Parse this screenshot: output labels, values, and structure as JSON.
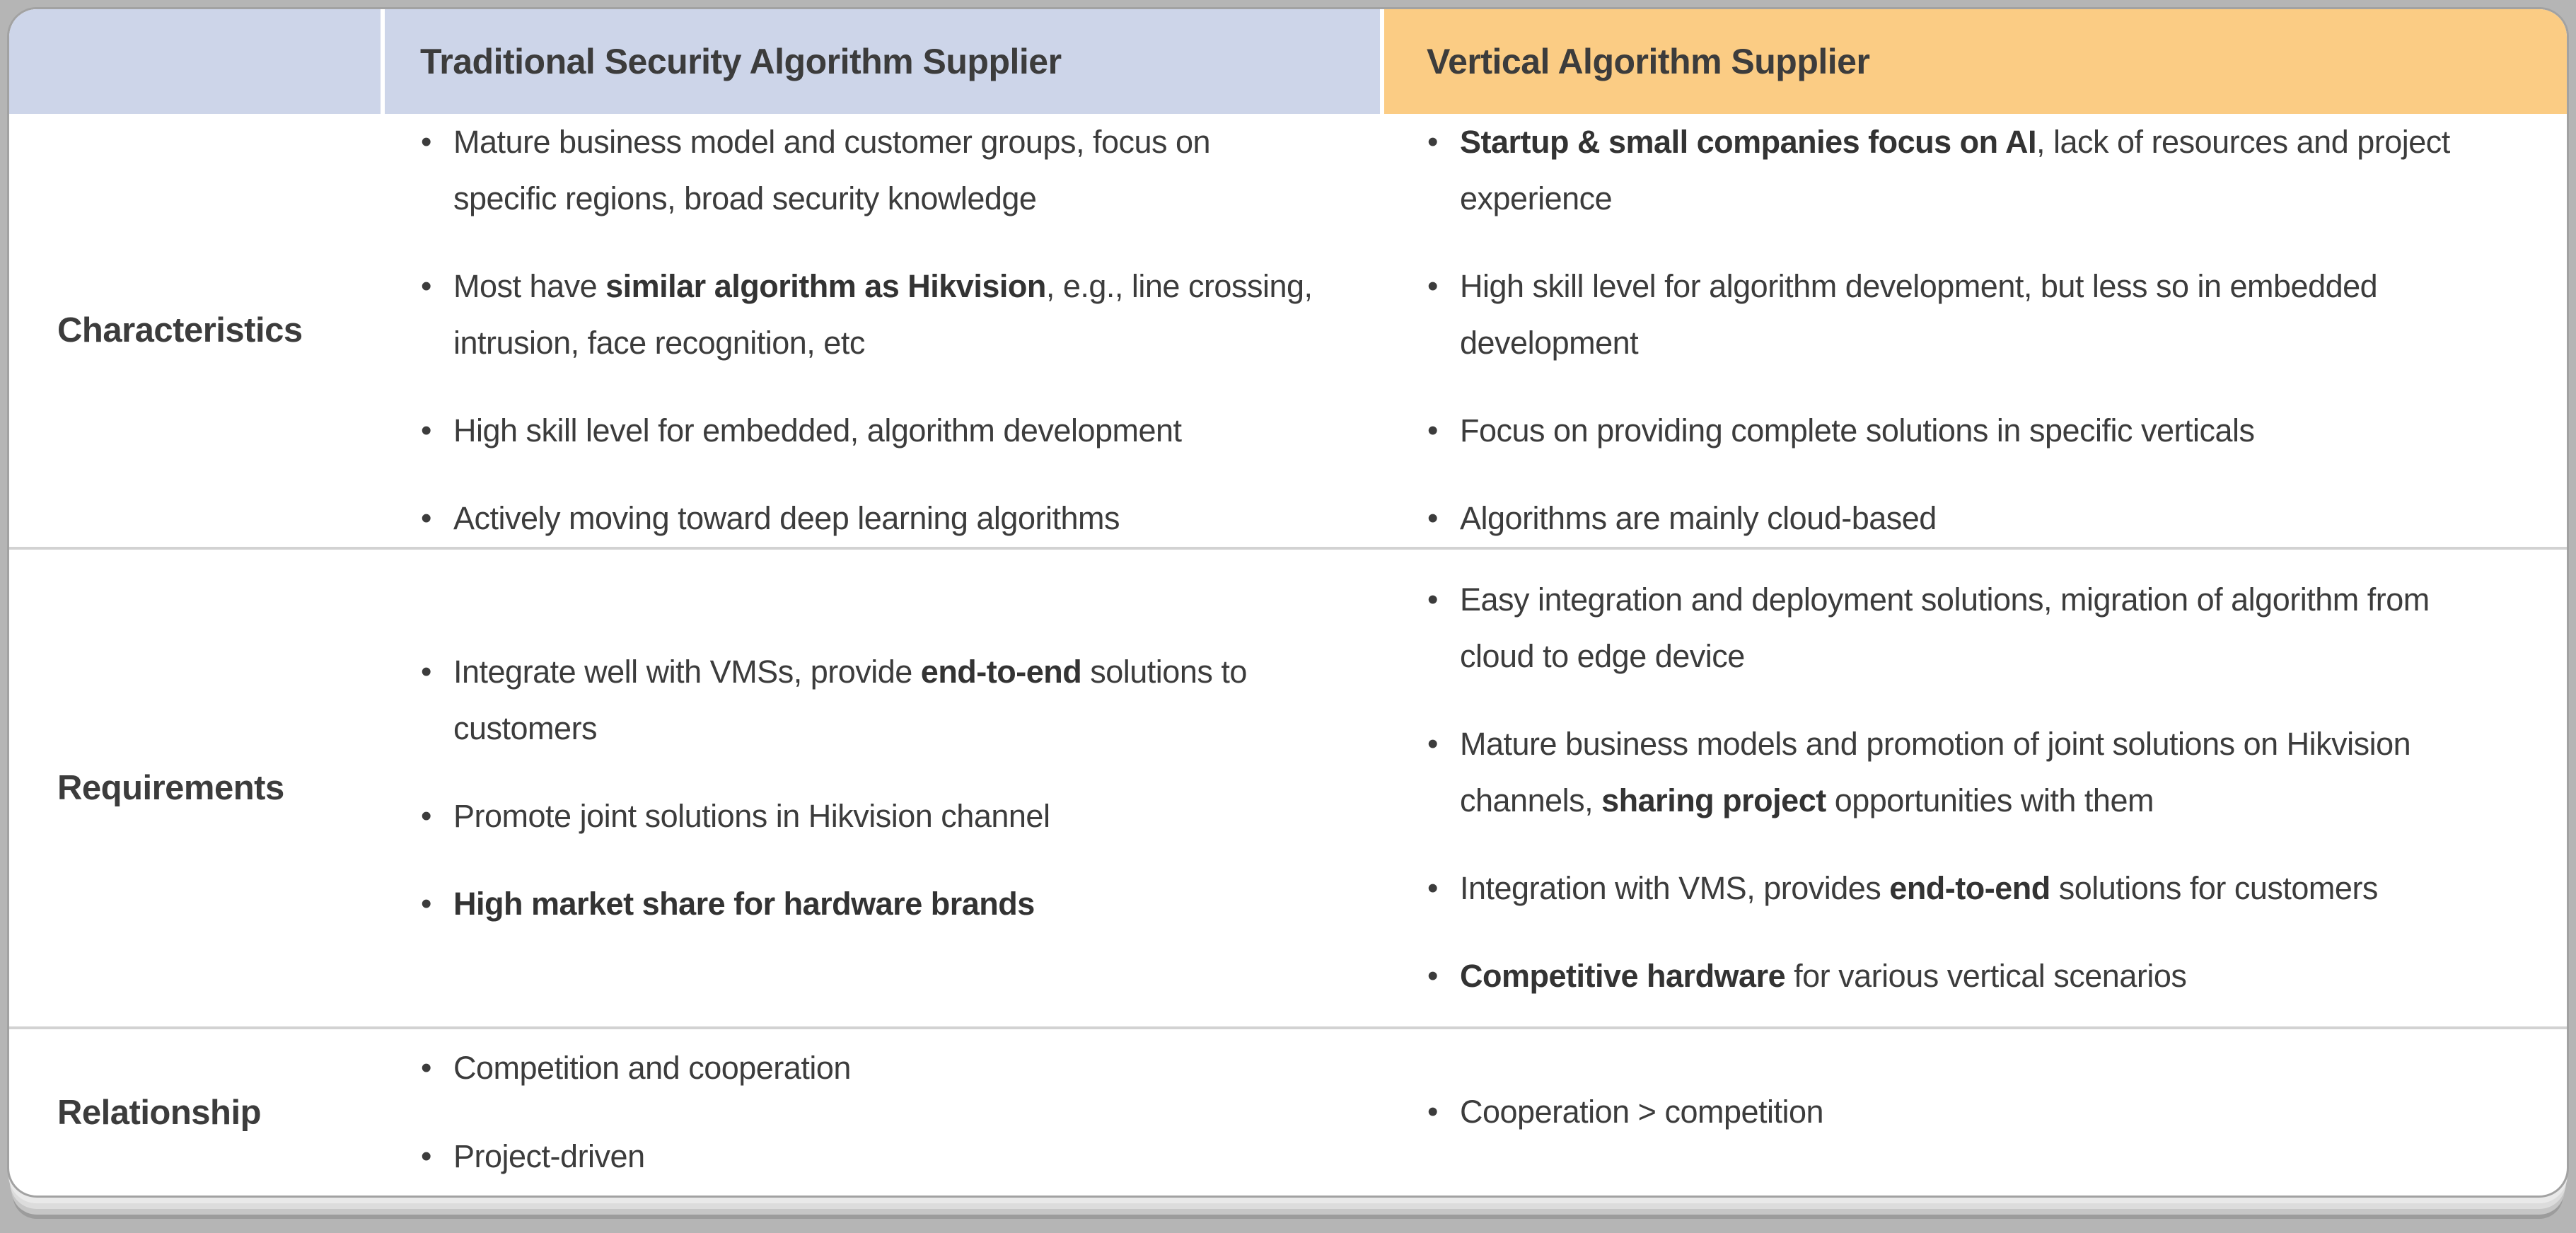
{
  "colors": {
    "blue": "#cdd5e9",
    "orange": "#fbcc84",
    "text": "#3c3c3c",
    "divider": "#d2d2d2",
    "card-border": "#a2a2a2",
    "bg": "#b5b5b5"
  },
  "table": {
    "columns": [
      {
        "label": ""
      },
      {
        "label": "Traditional Security Algorithm Supplier"
      },
      {
        "label": "Vertical Algorithm Supplier"
      }
    ],
    "rows": [
      {
        "label": "Characteristics",
        "traditional": [
          [
            {
              "t": "Mature business model and customer groups, focus on specific regions, broad security knowledge"
            }
          ],
          [
            {
              "t": "Most have "
            },
            {
              "t": "similar algorithm as Hikvision",
              "b": true
            },
            {
              "t": ", e.g., line crossing, intrusion, face recognition, etc"
            }
          ],
          [
            {
              "t": "High skill level for embedded, algorithm development"
            }
          ],
          [
            {
              "t": "Actively moving toward deep learning algorithms"
            }
          ]
        ],
        "vertical": [
          [
            {
              "t": "Startup & small companies focus on AI",
              "b": true
            },
            {
              "t": ", lack of resources and project experience"
            }
          ],
          [
            {
              "t": "High skill level for algorithm development, but less so in embedded development"
            }
          ],
          [
            {
              "t": "Focus on providing complete solutions in specific verticals"
            }
          ],
          [
            {
              "t": "Algorithms are mainly cloud-based"
            }
          ]
        ]
      },
      {
        "label": "Requirements",
        "traditional": [
          [
            {
              "t": "Integrate well with VMSs, provide "
            },
            {
              "t": "end-to-end",
              "b": true
            },
            {
              "t": " solutions to customers"
            }
          ],
          [
            {
              "t": "Promote joint solutions in Hikvision channel"
            }
          ],
          [
            {
              "t": "High market share for hardware brands",
              "b": true
            }
          ]
        ],
        "vertical": [
          [
            {
              "t": "Easy integration and deployment solutions, migration of algorithm from cloud to edge device"
            }
          ],
          [
            {
              "t": "Mature business models and promotion of joint solutions on Hikvision channels, "
            },
            {
              "t": "sharing project",
              "b": true
            },
            {
              "t": " opportunities with them"
            }
          ],
          [
            {
              "t": "Integration with VMS, provides "
            },
            {
              "t": "end-to-end",
              "b": true
            },
            {
              "t": " solutions for customers"
            }
          ],
          [
            {
              "t": "Competitive hardware",
              "b": true
            },
            {
              "t": " for various vertical scenarios"
            }
          ]
        ]
      },
      {
        "label": "Relationship",
        "traditional": [
          [
            {
              "t": "Competition and cooperation"
            }
          ],
          [
            {
              "t": "Project-driven"
            }
          ]
        ],
        "vertical": [
          [
            {
              "t": "Cooperation > competition"
            }
          ]
        ]
      }
    ]
  }
}
